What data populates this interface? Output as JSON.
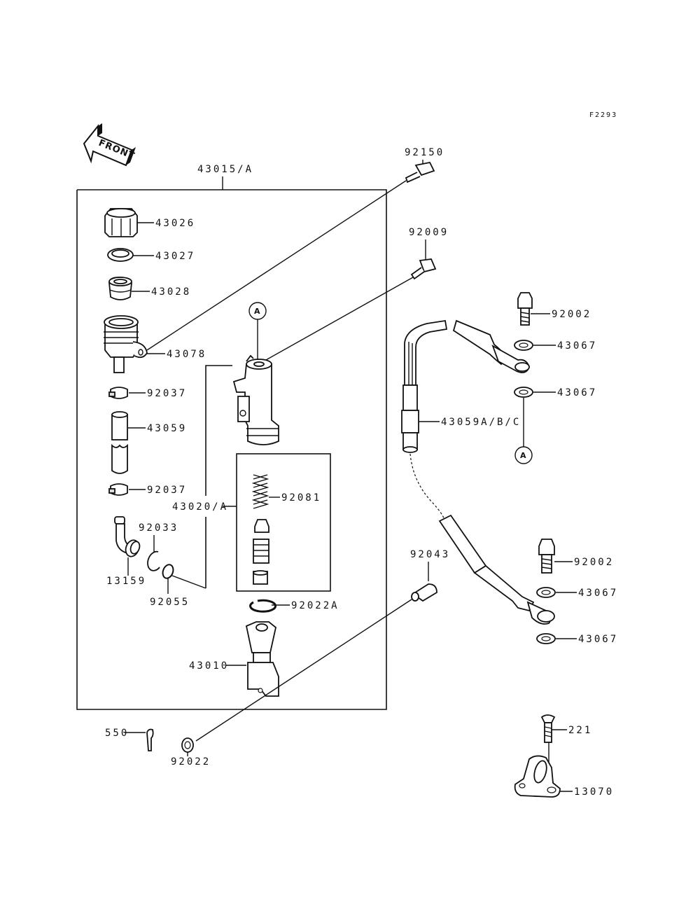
{
  "diagram": {
    "figure_code": "F2293",
    "front_indicator": "FRONT",
    "assembly_group_label": "43015/A",
    "callout_letter": "A",
    "parts": [
      {
        "id": "p43026",
        "number": "43026",
        "description": "reservoir cap"
      },
      {
        "id": "p43027",
        "number": "43027",
        "description": "cap plate"
      },
      {
        "id": "p43028",
        "number": "43028",
        "description": "diaphragm"
      },
      {
        "id": "p43078",
        "number": "43078",
        "description": "reservoir tank"
      },
      {
        "id": "p92037a",
        "number": "92037",
        "description": "hose clamp (upper)"
      },
      {
        "id": "p43059",
        "number": "43059",
        "description": "reservoir hose"
      },
      {
        "id": "p92037b",
        "number": "92037",
        "description": "hose clamp (lower)"
      },
      {
        "id": "p92033",
        "number": "92033",
        "description": "circlip"
      },
      {
        "id": "p13159",
        "number": "13159",
        "description": "hose fitting"
      },
      {
        "id": "p92055",
        "number": "92055",
        "description": "o-ring"
      },
      {
        "id": "p43020",
        "number": "43020/A",
        "description": "piston assembly"
      },
      {
        "id": "p92081",
        "number": "92081",
        "description": "spring"
      },
      {
        "id": "p92022a",
        "number": "92022A",
        "description": "snap ring"
      },
      {
        "id": "p43010",
        "number": "43010",
        "description": "push rod"
      },
      {
        "id": "p550",
        "number": "550",
        "description": "cotter pin"
      },
      {
        "id": "p92022",
        "number": "92022",
        "description": "washer"
      },
      {
        "id": "p92150",
        "number": "92150",
        "description": "bolt"
      },
      {
        "id": "p92009",
        "number": "92009",
        "description": "screw"
      },
      {
        "id": "p92043",
        "number": "92043",
        "description": "pin"
      },
      {
        "id": "p92002a",
        "number": "92002",
        "description": "banjo bolt (upper)"
      },
      {
        "id": "p43067a",
        "number": "43067",
        "description": "gasket"
      },
      {
        "id": "p43067b",
        "number": "43067",
        "description": "gasket"
      },
      {
        "id": "p43059abc",
        "number": "43059A/B/C",
        "description": "brake hose"
      },
      {
        "id": "p92002b",
        "number": "92002",
        "description": "banjo bolt (lower)"
      },
      {
        "id": "p43067c",
        "number": "43067",
        "description": "gasket"
      },
      {
        "id": "p43067d",
        "number": "43067",
        "description": "gasket"
      },
      {
        "id": "p221",
        "number": "221",
        "description": "screw"
      },
      {
        "id": "p13070",
        "number": "13070",
        "description": "hose guide"
      }
    ]
  }
}
